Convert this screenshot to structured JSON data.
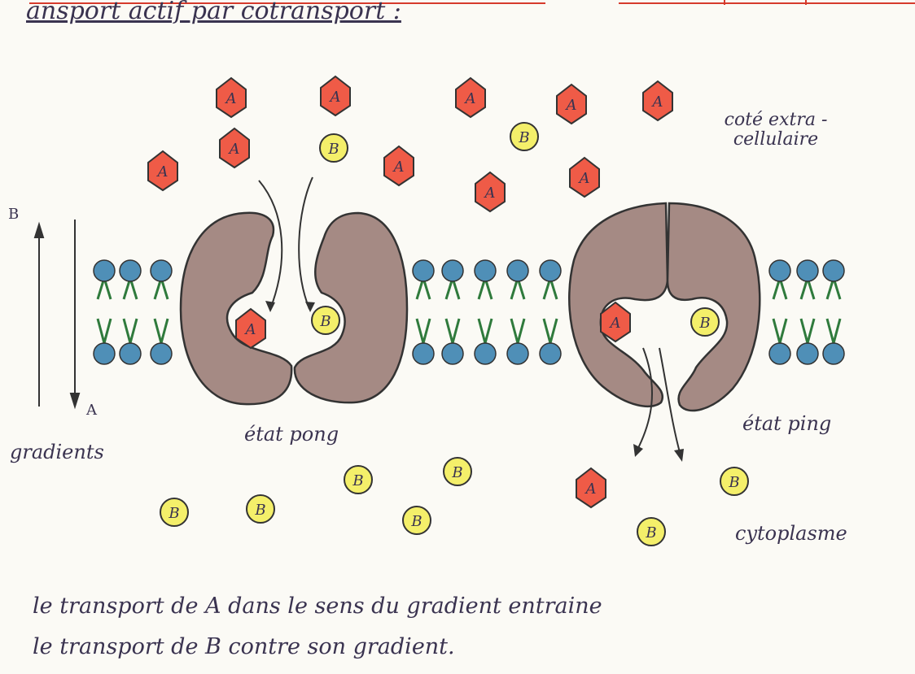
{
  "heading": "ansport actif par cotransport :",
  "labels": {
    "extracellular": "coté extra - cellulaire",
    "state_pong": "état pong",
    "state_ping": "état ping",
    "gradients": "gradients",
    "cytoplasm": "cytoplasme",
    "axis_top": "B",
    "axis_bottom": "A"
  },
  "caption": {
    "line1": "le transport de A dans le sens du gradient entraine",
    "line2": "le transport de B contre son gradient."
  },
  "molecules": {
    "a_letter": "A",
    "b_letter": "B"
  },
  "colors": {
    "molecule_a": "#ef5b47",
    "molecule_b": "#f4ef6a",
    "carrier_protein": "#a58a84",
    "phospholipid_head": "#4f8fb7",
    "lipid_tail": "#2f7a3c",
    "ink": "#3a3350",
    "header_rule": "#d63a2c"
  }
}
